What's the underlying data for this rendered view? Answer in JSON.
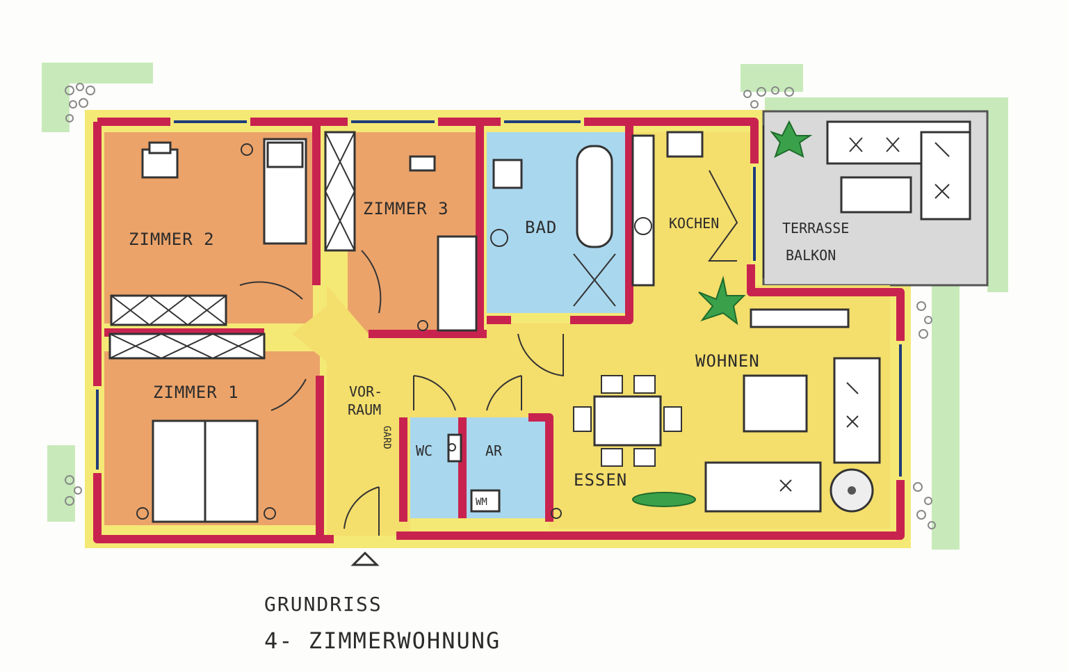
{
  "rooms": {
    "zimmer2": "ZIMMER 2",
    "zimmer3": "ZIMMER 3",
    "zimmer1": "ZIMMER 1",
    "bad": "BAD",
    "kochen": "KOCHEN",
    "terrasse": "TERRASSE",
    "balkon": "BALKON",
    "wohnen": "WOHNEN",
    "essen": "ESSEN",
    "vorraum_1": "VOR-",
    "vorraum_2": "RAUM",
    "wc": "WC",
    "ar": "AR",
    "wm": "WM",
    "gard": "GARD"
  },
  "caption": {
    "line1": "GRUNDRISS",
    "line2": "4- ZIMMERWOHNUNG"
  },
  "colors": {
    "wall": "#c8234f",
    "outer_band": "#f2e24a",
    "bedroom": "#eba36a",
    "living": "#f4de6c",
    "bathroom": "#a9d7ee",
    "terrace": "#d9d9d9",
    "greenery": "#8fd37a",
    "window": "#1f3d7a"
  }
}
